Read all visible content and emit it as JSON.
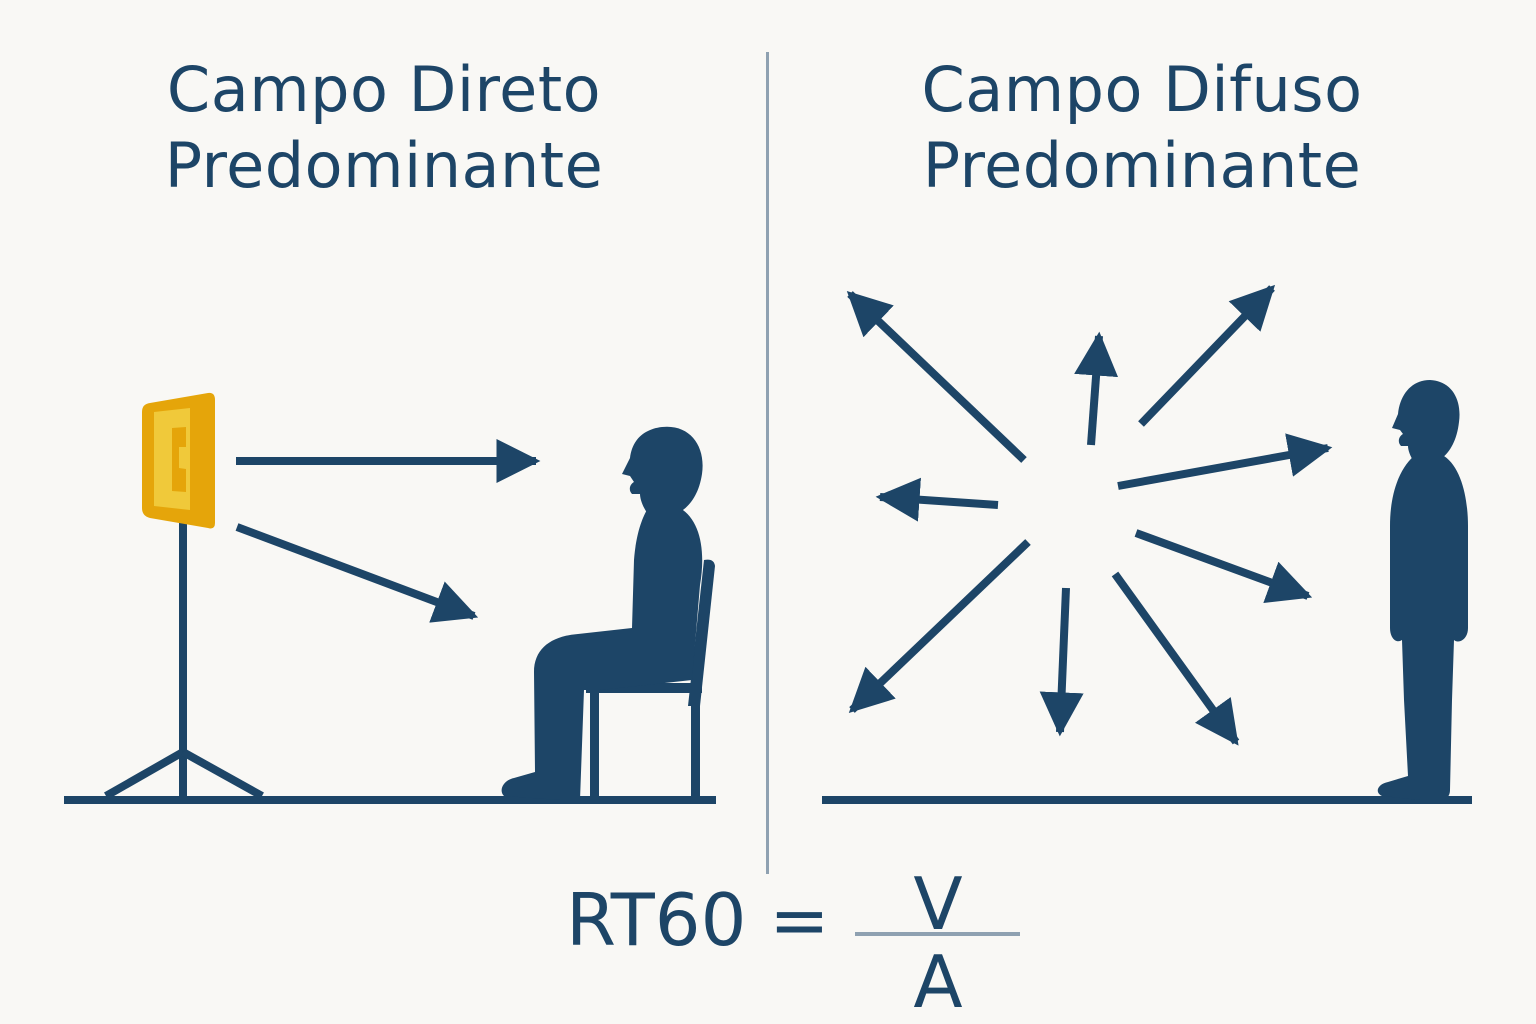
{
  "panels": {
    "left": {
      "title_line1": "Campo Direto",
      "title_line2": "Predominante"
    },
    "right": {
      "title_line1": "Campo Difuso",
      "title_line2": "Predominante"
    }
  },
  "formula": {
    "lhs": "RT60 =",
    "numerator": "V",
    "denominator": "A"
  },
  "colors": {
    "ink": "#1d4567",
    "speaker_body": "#e5a50a",
    "speaker_face": "#f0c93a",
    "divider": "#8fa1b1",
    "background": "#f9f8f5"
  },
  "icons": [
    "loudspeaker-icon",
    "seated-listener-icon",
    "standing-listener-icon",
    "chair-icon"
  ]
}
